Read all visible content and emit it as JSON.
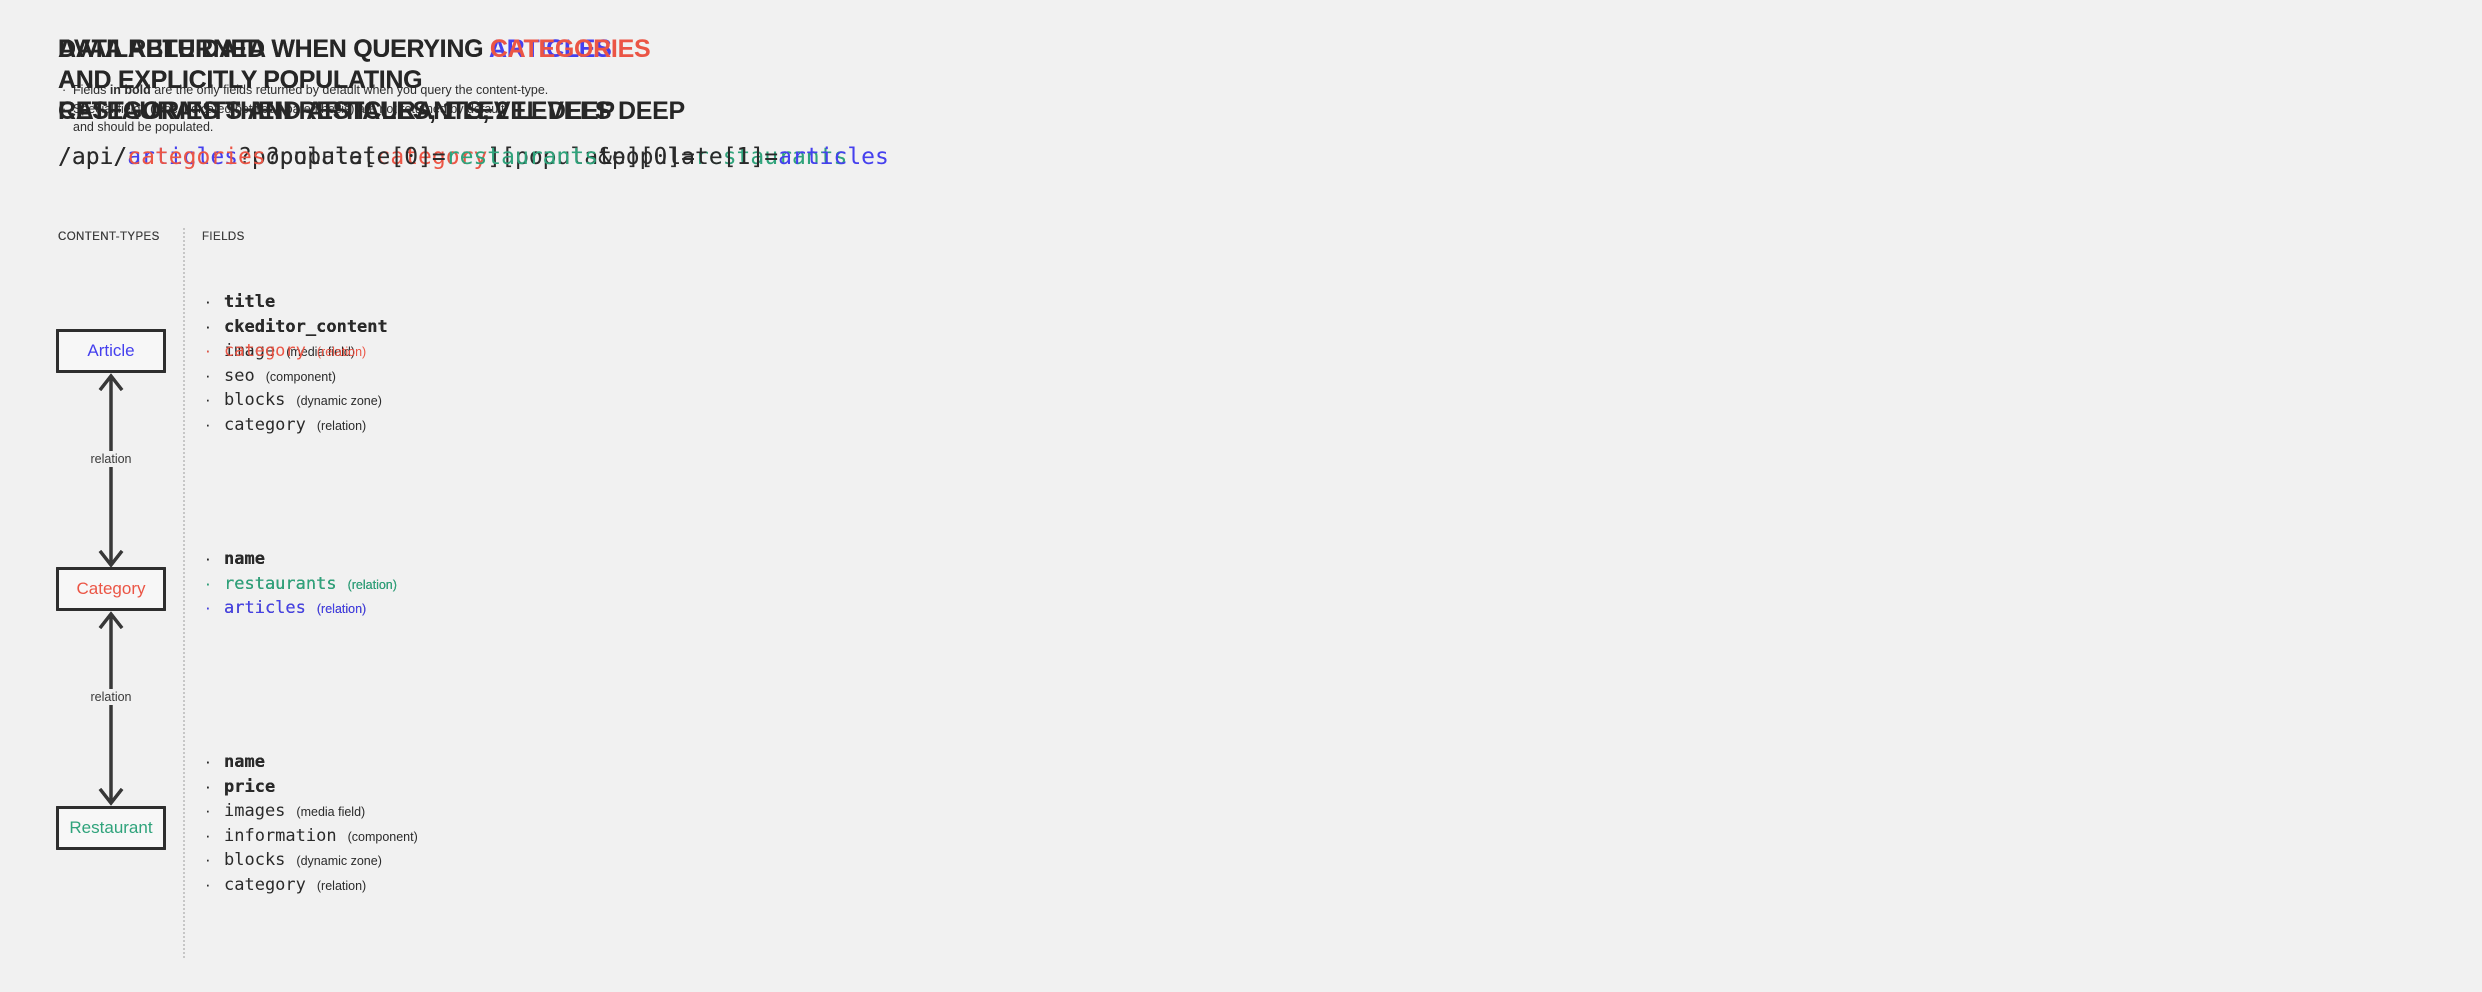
{
  "colors": {
    "dark": "#2a2a2a",
    "blue": "#4540ee",
    "red": "#eb5545",
    "teal": "#2fa37b",
    "label_gray": "#3a3a3a",
    "divider_gray": "#c7c7c7",
    "background": "#f1f1f1",
    "box_background": "#f7f7f7",
    "box_border": "#2e2e2e",
    "arrow": "#383838"
  },
  "p1": {
    "title": "AVAILABLE DATA",
    "notes": {
      "n1_pre": "Fields ",
      "n1_bold": "in bold",
      "n1_post": " are the only fields returned by default when you query the content-type.",
      "n2_line1": "Special fields (type indicated between parenthesis) are not returned by default",
      "n2_line2": "and should be populated."
    },
    "columns": {
      "content_types": "CONTENT-TYPES",
      "fields": "FIELDS"
    },
    "edges": {
      "e1": "relation",
      "e2": "relation"
    },
    "article": {
      "label": "Article",
      "fields": [
        {
          "name": "title",
          "bold": true
        },
        {
          "name": "ckeditor_content",
          "bold": true
        },
        {
          "name": "image",
          "type": "(media field)"
        },
        {
          "name": "seo",
          "type": "(component)"
        },
        {
          "name": "blocks",
          "type": "(dynamic zone)"
        },
        {
          "name": "category",
          "type": "(relation)"
        }
      ]
    },
    "category": {
      "label": "Category",
      "fields": [
        {
          "name": "name",
          "bold": true
        },
        {
          "name": "restaurants",
          "type": "(relation)"
        },
        {
          "name": "articles",
          "type": "(relation)"
        }
      ]
    },
    "restaurant": {
      "label": "Restaurant",
      "fields": [
        {
          "name": "name",
          "bold": true
        },
        {
          "name": "price",
          "bold": true
        },
        {
          "name": "images",
          "type": "(media field)"
        },
        {
          "name": "information",
          "type": "(component)"
        },
        {
          "name": "blocks",
          "type": "(dynamic zone)"
        },
        {
          "name": "category",
          "type": "(relation)"
        }
      ]
    }
  },
  "p2": {
    "title": {
      "line1_plain": "DATA RETURNED WHEN QUERYING ",
      "line1_accent": "ARTICLES",
      "line2": "AND EXPLICITLY POPULATING",
      "line3": "CATEGORIES THEN RESTAURANTS, 2 LEVELS DEEP"
    },
    "url": {
      "s1": "/api/",
      "s2": "articles",
      "s3": "?populate[",
      "s4": "category",
      "s5": "][populate][0]=",
      "s6": "restaurants"
    },
    "columns": {
      "content_types": "CONTENT-TYPES",
      "fields": "FIELDS"
    },
    "edges": {
      "e1": "relation",
      "e2": "relation"
    },
    "article": {
      "label": "Article",
      "fields": [
        {
          "name": "title",
          "bold": true
        },
        {
          "name": "ckeditor_content",
          "bold": true
        },
        {
          "name": "category",
          "type": "(relation)",
          "color": "red"
        }
      ]
    },
    "category": {
      "label": "Category",
      "fields": [
        {
          "name": "name",
          "bold": true
        },
        {
          "name": "restaurants",
          "type": "(relation)",
          "color": "teal"
        }
      ]
    },
    "restaurant": {
      "label": "Restaurant",
      "fields": [
        {
          "name": "name",
          "bold": true
        },
        {
          "name": "price",
          "bold": true
        }
      ]
    }
  },
  "p3": {
    "title": {
      "line1_plain": "DATA RETURNED WHEN QUERYING ",
      "line1_accent": "CATEGORIES",
      "line2": "AND EXPLICITLY POPULATING",
      "line3": "RESTAURANTS AND ARTICLES, 1 LEVEL DEEP"
    },
    "url": {
      "s1": "/api/",
      "s2": "categories",
      "s3": "?populate[0]=",
      "s4": "restaurants",
      "s5": "&populate[1]=",
      "s6": "articles"
    },
    "columns": {
      "content_types": "CONTENT-TYPES",
      "fields": "FIELDS"
    },
    "edges": {
      "e1": "relation",
      "e2": "relation"
    },
    "article": {
      "label": "Article",
      "fields": [
        {
          "name": "title",
          "bold": true
        },
        {
          "name": "ckeditor_content",
          "bold": true
        }
      ]
    },
    "category": {
      "label": "Category",
      "fields": [
        {
          "name": "name",
          "bold": true
        },
        {
          "name": "restaurants",
          "type": "(relation)",
          "color": "teal"
        },
        {
          "name": "articles",
          "type": "(relation)",
          "color": "blue"
        }
      ]
    },
    "restaurant": {
      "label": "Restaurant",
      "fields": [
        {
          "name": "name",
          "bold": true
        },
        {
          "name": "price",
          "bold": true
        }
      ]
    }
  }
}
